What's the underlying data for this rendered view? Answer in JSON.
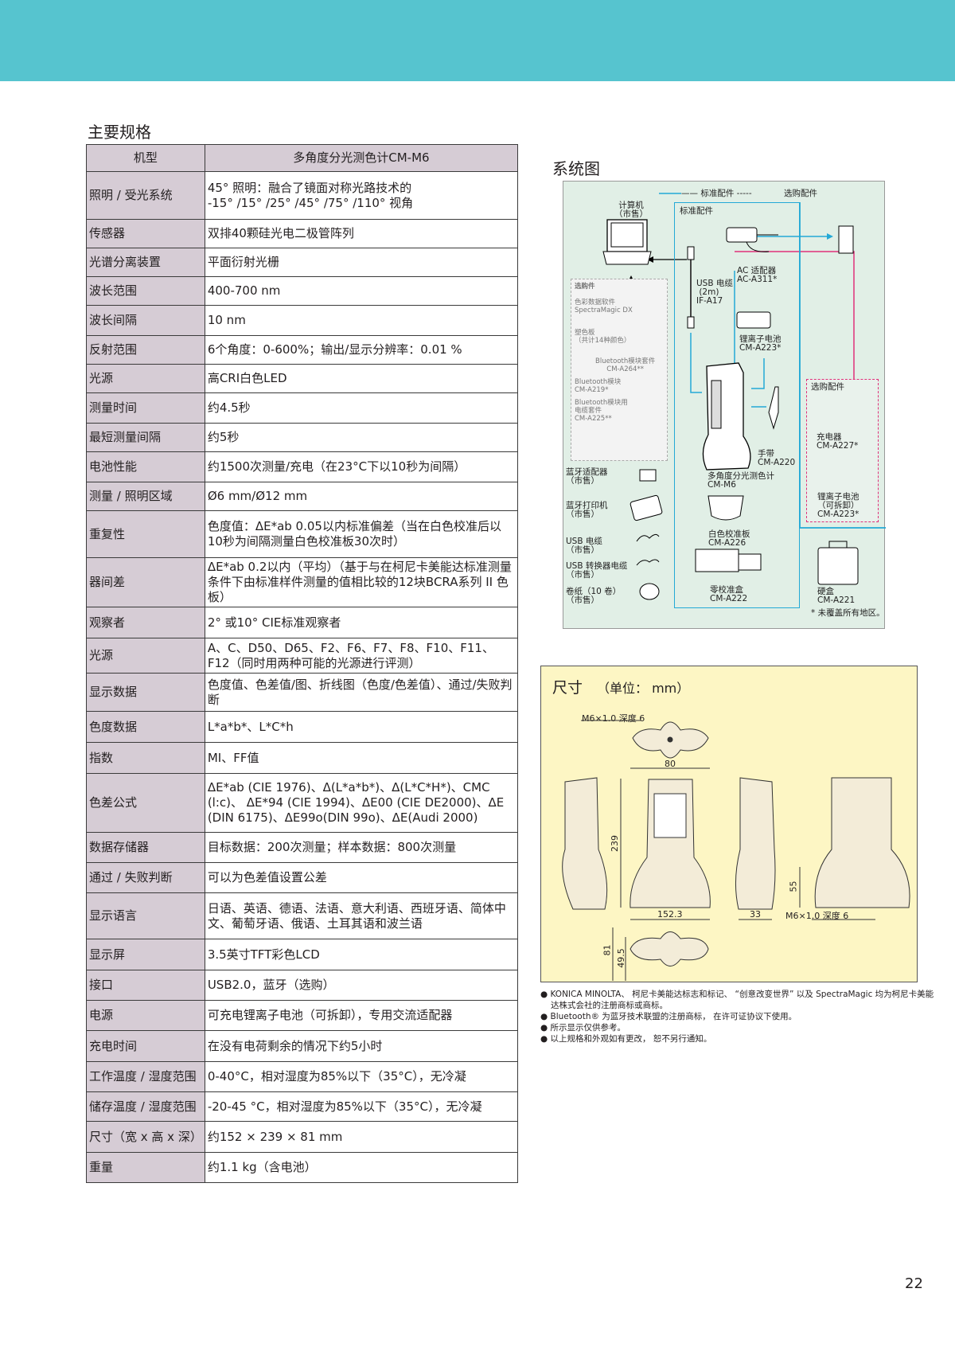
{
  "spec": {
    "title": "主要规格",
    "header": [
      "机型",
      "多角度分光测色计CM-M6"
    ],
    "rows": [
      [
        "照明 / 受光系统",
        "45° 照明：融合了镜面对称光路技术的\n-15° /15° /25° /45° /75° /110° 视角"
      ],
      [
        "传感器",
        "双排40颗硅光电二极管阵列"
      ],
      [
        "光谱分离装置",
        "平面衍射光栅"
      ],
      [
        "波长范围",
        "400-700 nm"
      ],
      [
        "波长间隔",
        "10 nm"
      ],
      [
        "反射范围",
        "6个角度：0-600%；输出/显示分辨率：0.01 %"
      ],
      [
        "光源",
        "高CRI白色LED"
      ],
      [
        "测量时间",
        "约4.5秒"
      ],
      [
        "最短测量间隔",
        "约5秒"
      ],
      [
        "电池性能",
        "约1500次测量/充电（在23°C下以10秒为间隔）"
      ],
      [
        "测量 / 照明区域",
        "Ø6 mm/Ø12 mm"
      ],
      [
        "重复性",
        "色度值：ΔE*ab 0.05以内标准偏差（当在白色校准后以10秒为间隔测量白色校准板30次时）"
      ],
      [
        "器间差",
        "ΔE*ab 0.2以内（平均）（基于与在柯尼卡美能达标准测量条件下由标准样件测量的值相比较的12块BCRA系列 II 色板）"
      ],
      [
        "观察者",
        "2° 或10° CIE标准观察者"
      ],
      [
        "光源",
        "A、C、D50、D65、F2、F6、F7、F8、F10、F11、F12（同时用两种可能的光源进行评测）"
      ],
      [
        "显示数据",
        "色度值、色差值/图、折线图（色度/色差值）、通过/失败判断"
      ],
      [
        "色度数据",
        "L*a*b*、L*C*h"
      ],
      [
        "指数",
        "MI、FF值"
      ],
      [
        "色差公式",
        "ΔE*ab (CIE 1976)、Δ(L*a*b*)、Δ(L*C*H*)、CMC (l:c)、 ΔE*94 (CIE 1994)、ΔE00 (CIE DE2000)、ΔE (DIN 6175)、ΔE99o(DIN 99o)、ΔE(Audi 2000)"
      ],
      [
        "数据存储器",
        "目标数据：200次测量；样本数据：800次测量"
      ],
      [
        "通过 / 失败判断",
        "可以为色差值设置公差"
      ],
      [
        "显示语言",
        "日语、英语、德语、法语、意大利语、西班牙语、简体中文、葡萄牙语、俄语、土耳其语和波兰语"
      ],
      [
        "显示屏",
        "3.5英寸TFT彩色LCD"
      ],
      [
        "接口",
        "USB2.0，蓝牙（选购）"
      ],
      [
        "电源",
        "可充电锂离子电池（可拆卸），专用交流适配器"
      ],
      [
        "充电时间",
        "在没有电荷剩余的情况下约5小时"
      ],
      [
        "工作温度 / 湿度范围",
        "0-40°C，相对湿度为85%以下（35°C），无冷凝"
      ],
      [
        "储存温度 / 湿度范围",
        "-20-45 °C，相对湿度为85%以下（35°C），无冷凝"
      ],
      [
        "尺寸（宽 x 高 x 深）",
        "约152 × 239 × 81 mm"
      ],
      [
        "重量",
        "约1.1 kg（含电池）"
      ]
    ]
  },
  "system": {
    "title": "系统图",
    "legend_std": "—— 标准配件 -----",
    "legend_opt": "选购配件",
    "std_label": "标准配件",
    "computer": "计算机\n（市售）",
    "usb_cable": "USB 电缆\n (2m)\nIF-A17",
    "ac_adapter": "AC 适配器\nAC-A311*",
    "battery": "锂离子电池\nCM-A223*",
    "strap": "手带\nCM-A220",
    "device": "多角度分光测色计\nCM-M6",
    "white_cal": "白色校准板\nCM-A226",
    "zero_cal": "零校准盒\nCM-A222",
    "opt_label": "选购配件",
    "charger": "充电器\nCM-A227*",
    "battery_opt": "锂离子电池\n（可拆卸）\nCM-A223*",
    "case": "硬盒\nCM-A221",
    "note": "* 未覆盖所有地区。",
    "optional_box": {
      "header": "选购件",
      "software": "色彩数据软件\nSpectraMagic DX",
      "tiles": "塑色板\n（共计14种颜色）",
      "bt_kit": "Bluetooth模块套件\nCM-A264**",
      "bt_module": "Bluetooth模块\nCM-A219*",
      "bt_cable": "Bluetooth模块用\n电缆套件\nCM-A225**"
    },
    "left_items": [
      "蓝牙适配器\n（市售）",
      "蓝牙打印机\n（市售）",
      "USB 电缆\n（市售）",
      "USB 转换器电缆\n（市售）",
      "卷纸（10 卷）\n（市售）"
    ]
  },
  "dimensions": {
    "title": "尺寸",
    "unit": "（单位： mm）",
    "thread_top": "M6×1.0 深度 6",
    "d80": "80",
    "d239": "239",
    "d152": "152.3",
    "d55": "55",
    "d33": "33",
    "thread_side": "M6×1.0 深度 6",
    "d81": "81",
    "d49": "49.5"
  },
  "notes": [
    "KONICA MINOLTA、 柯尼卡美能达标志和标记、 “创意改变世界” 以及 SpectraMagic 均为柯尼卡美能达株式会社的注册商标或商标。",
    "Bluetooth® 为蓝牙技术联盟的注册商标， 在许可证协议下使用。",
    "所示显示仅供参考。",
    "以上规格和外观如有更改， 恕不另行通知。"
  ],
  "page_number": "22",
  "colors": {
    "banner": "#56c4cf",
    "label_bg": "#d6ccd5",
    "diagram_bg": "#e1efe6",
    "dims_bg": "#fdf6c4",
    "std_line": "#23a9d6",
    "opt_line": "#e0307a"
  }
}
